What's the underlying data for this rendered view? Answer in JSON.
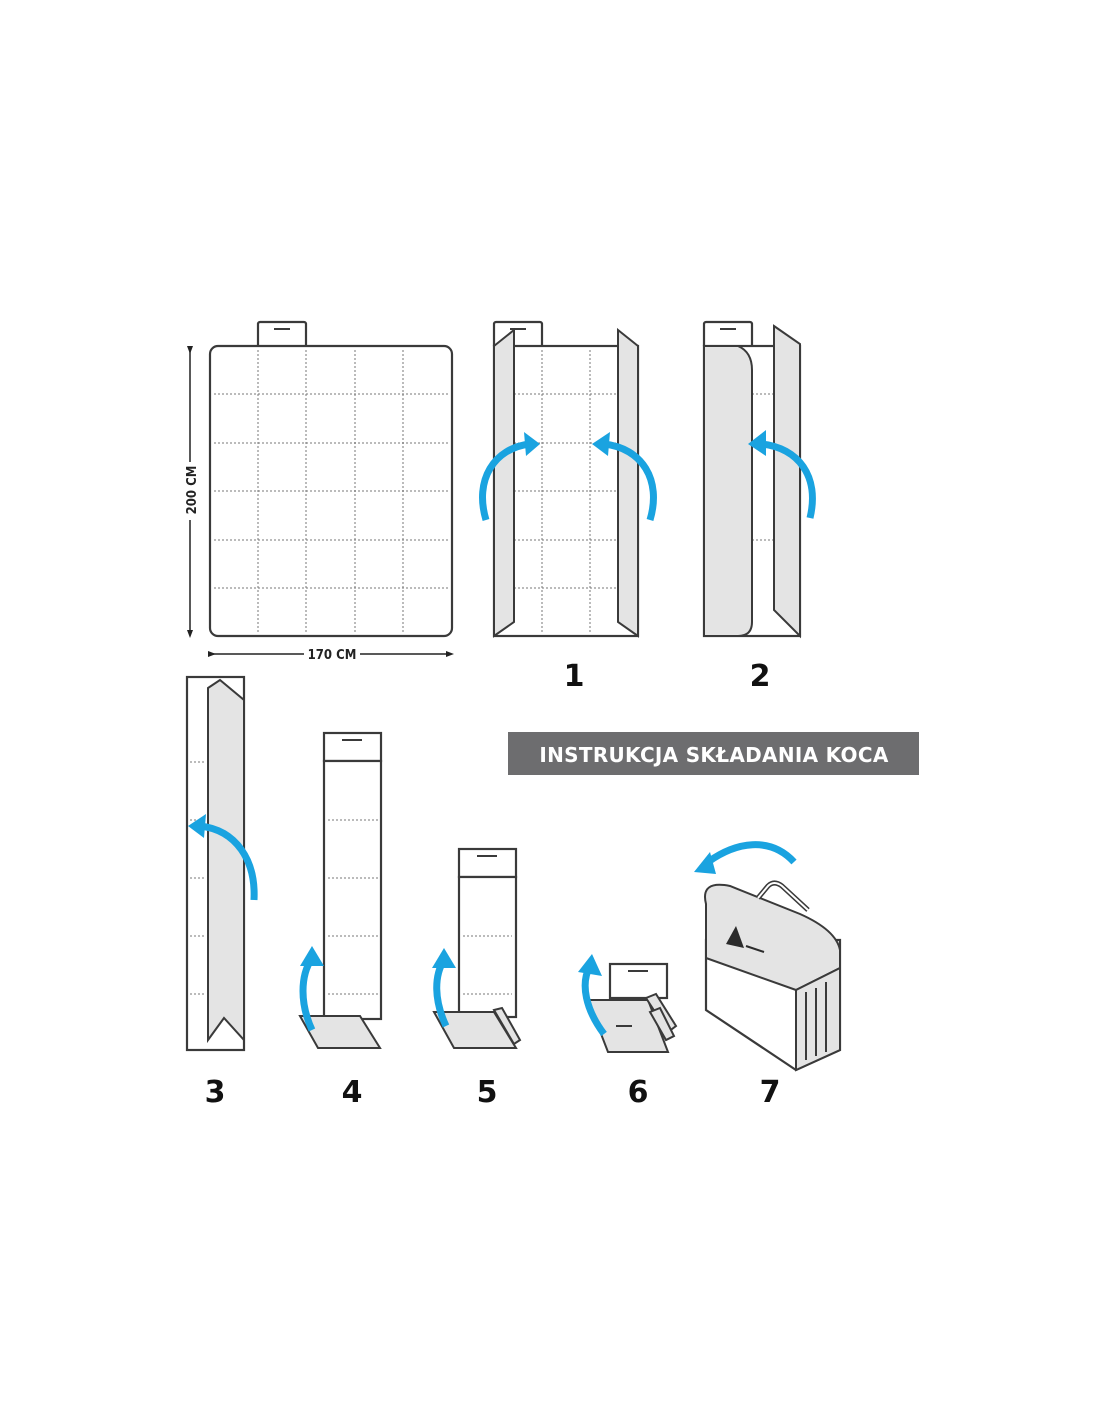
{
  "title_banner": {
    "text": "INSTRUKCJA SKŁADANIA KOCA",
    "bg_color": "#6d6d6f",
    "text_color": "#ffffff"
  },
  "dimensions": {
    "height_label": "200 CM",
    "width_label": "170 CM"
  },
  "steps": [
    {
      "number": "1"
    },
    {
      "number": "2"
    },
    {
      "number": "3"
    },
    {
      "number": "4"
    },
    {
      "number": "5"
    },
    {
      "number": "6"
    },
    {
      "number": "7"
    }
  ],
  "colors": {
    "arrow": "#1aa3e0",
    "panel": "#e4e4e4",
    "outline": "#3a3a3a"
  },
  "icons": [
    "curved-arrow-icon",
    "dimension-arrow-icon",
    "carry-bag-icon"
  ]
}
